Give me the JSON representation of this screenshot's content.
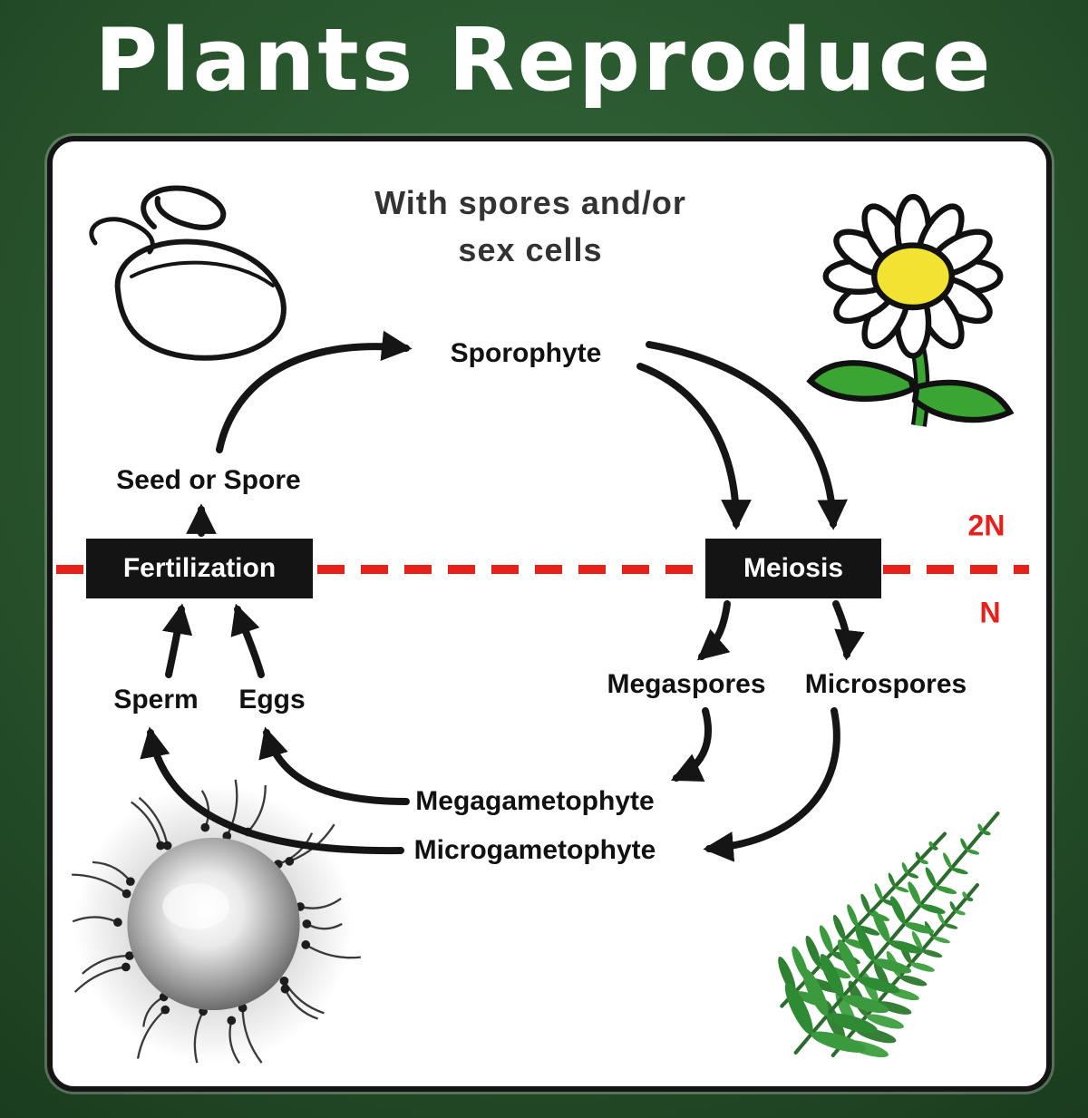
{
  "page": {
    "title": "Plants Reproduce",
    "subtitle_line1": "With spores and/or",
    "subtitle_line2": "sex cells"
  },
  "cycle": {
    "sporophyte": "Sporophyte",
    "seed_or_spore": "Seed or Spore",
    "fertilization": "Fertilization",
    "meiosis": "Meiosis",
    "megaspores": "Megaspores",
    "microspores": "Microspores",
    "sperm": "Sperm",
    "eggs": "Eggs",
    "megagametophyte": "Megagametophyte",
    "microgametophyte": "Microgametophyte"
  },
  "ploidy": {
    "diploid": "2N",
    "haploid": "N"
  },
  "illustrations": {
    "top_left": "sprouting-seed-sketch",
    "top_right": "daisy-flower",
    "bottom_left": "egg-cell-with-sperm",
    "bottom_right": "fern-frond"
  },
  "colors": {
    "background_green": "#27522b",
    "panel_white": "#ffffff",
    "box_black": "#141414",
    "dashed_red": "#e8201a",
    "ploidy_red": "#e8201a",
    "daisy_yellow": "#f2e231",
    "leaf_green": "#3aa532",
    "fern_green": "#3c8f3e"
  }
}
